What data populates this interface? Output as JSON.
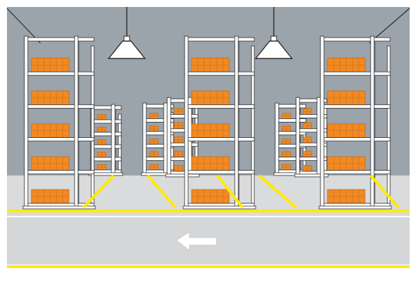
{
  "illustration": {
    "subject": "warehouse-pallet-racking",
    "icons": {
      "lamp": "pendant-lamp-icon",
      "arrow": "left-arrow-icon"
    },
    "colors": {
      "wall": "#9ba3ab",
      "floor": "#d9dbdc",
      "aisle": "#d4d6d7",
      "floor_marking": "#ffea00",
      "rack_frame": "#ffffff",
      "rack_outline": "#2b2b2b",
      "box": "#f08a24",
      "box_dark": "#c96a12",
      "lamp": "#ffffff"
    },
    "rack_levels": 5,
    "lamps_count": 2,
    "arrow_direction": "left"
  }
}
